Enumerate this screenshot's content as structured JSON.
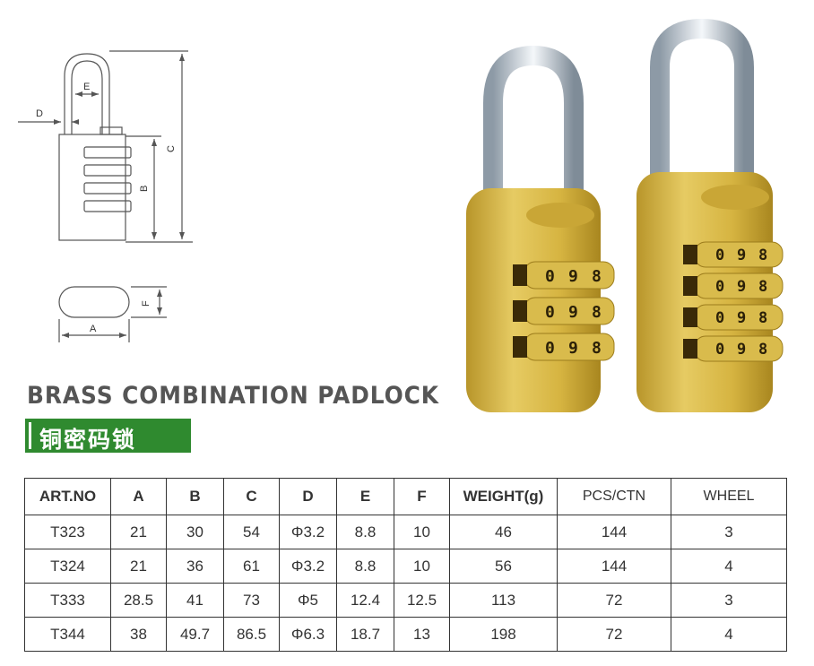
{
  "title": "BRASS COMBINATION PADLOCK",
  "subtitle_cn": "铜密码锁",
  "diagram_labels": {
    "a": "A",
    "b": "B",
    "c": "C",
    "d": "D",
    "e": "E",
    "f": "F"
  },
  "padlock_digits": {
    "first": "0",
    "second": "9",
    "third": "8"
  },
  "colors": {
    "brand_green": "#2f8a2f",
    "brass": "#d6b441",
    "line": "#333333"
  },
  "table": {
    "headers": [
      "ART.NO",
      "A",
      "B",
      "C",
      "D",
      "E",
      "F",
      "WEIGHT(g)",
      "PCS/CTN",
      "WHEEL"
    ],
    "rows": [
      [
        "T323",
        "21",
        "30",
        "54",
        "Φ3.2",
        "8.8",
        "10",
        "46",
        "144",
        "3"
      ],
      [
        "T324",
        "21",
        "36",
        "61",
        "Φ3.2",
        "8.8",
        "10",
        "56",
        "144",
        "4"
      ],
      [
        "T333",
        "28.5",
        "41",
        "73",
        "Φ5",
        "12.4",
        "12.5",
        "113",
        "72",
        "3"
      ],
      [
        "T344",
        "38",
        "49.7",
        "86.5",
        "Φ6.3",
        "18.7",
        "13",
        "198",
        "72",
        "4"
      ]
    ]
  }
}
